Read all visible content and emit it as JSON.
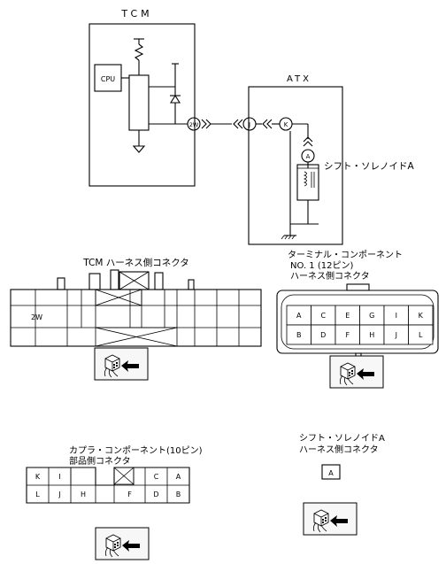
{
  "schematic": {
    "tcm_label": "TCM",
    "cpu_label": "CPU",
    "atx_label": "ATX",
    "pin_2w": "2W",
    "pin_j": "J",
    "pin_k": "K",
    "pin_a": "A",
    "shift_solenoid_label": "シフト・ソレノイドA"
  },
  "tcm_connector": {
    "title": "TCM ハーネス側コネクタ",
    "pin_label": "2W"
  },
  "terminal_connector": {
    "title_line1": "ターミナル・コンポーネント",
    "title_line2": "NO. 1 (12ピン)",
    "title_line3": "ハーネス側コネクタ",
    "top_row": [
      "A",
      "C",
      "E",
      "G",
      "I",
      "K"
    ],
    "bottom_row": [
      "B",
      "D",
      "F",
      "H",
      "J",
      "L"
    ]
  },
  "coupler_connector": {
    "title_line1": "カプラ・コンポーネント(10ピン)",
    "title_line2": "部品側コネクタ",
    "top_row": [
      "K",
      "I",
      "",
      "C",
      "A"
    ],
    "bottom_row": [
      "L",
      "J",
      "H",
      "F",
      "D",
      "B"
    ]
  },
  "solenoid_connector": {
    "title_line1": "シフト・ソレノイドA",
    "title_line2": "ハーネス側コネクタ",
    "pin": "A"
  }
}
